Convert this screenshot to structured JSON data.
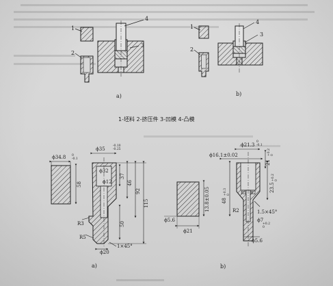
{
  "caption": {
    "top_legend": "1-坯料  2-挤压件  3-凹模  4-凸模",
    "fig_a_top": "a)",
    "fig_b_top": "b)",
    "fig_a_bottom": "a)",
    "fig_b_bottom": "b)"
  },
  "callouts": {
    "n1": "1",
    "n2": "2",
    "n3": "3",
    "n4": "4"
  },
  "dims_a": {
    "blank_dia": "ϕ34.8",
    "blank_tol": "0\n-0.1",
    "blank_h": "58",
    "outer_dia": "ϕ35",
    "outer_tol": "-0.10\n-0.25",
    "d32": "ϕ32",
    "d12": "ϕ12",
    "h37": "37",
    "h46": "46",
    "h92": "92",
    "h115": "115",
    "h50": "50",
    "r3": "R3",
    "r5": "R5",
    "d20": "ϕ20",
    "chamfer": "1×45°"
  },
  "dims_b": {
    "d161": "ϕ16.1±0.02",
    "d213": "ϕ21.3",
    "d213_tol": "0\n-0.1",
    "h21": "21",
    "h21_tol": "+0.2\n0",
    "r1": "R1",
    "r2": "R2",
    "h235": "23.5",
    "h235_tol": "+0.2\n0",
    "h48": "48",
    "h48_tol": "+0.3\n0",
    "h138": "13.8±0.05",
    "d56a": "ϕ5.6",
    "d21": "ϕ21",
    "chamfer": "1.5×45°",
    "d7": "ϕ7",
    "d7_tol": "+0.2\n0",
    "d56b": "ϕ5.6"
  }
}
